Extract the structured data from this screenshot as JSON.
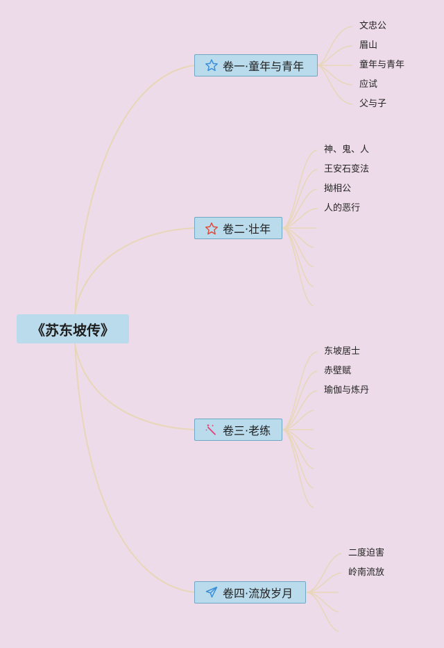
{
  "root": {
    "title": "《苏东坡传》"
  },
  "branches": [
    {
      "label": "卷一·童年与青年",
      "icon": "outline-star-icon",
      "icon_color": "#3a8fd8",
      "children": [
        "文忠公",
        "眉山",
        "童年与青年",
        "应试",
        "父与子"
      ],
      "empty_children": 0
    },
    {
      "label": "卷二·壮年",
      "icon": "outline-star-icon",
      "icon_color": "#e04a3a",
      "children": [
        "神、鬼、人",
        "王安石变法",
        "拗相公",
        "人的恶行"
      ],
      "empty_children": 5
    },
    {
      "label": "卷三·老练",
      "icon": "magic-wand-icon",
      "icon_color": "#e0457a",
      "children": [
        "东坡居士",
        "赤壁赋",
        "瑜伽与炼丹"
      ],
      "empty_children": 6
    },
    {
      "label": "卷四·流放岁月",
      "icon": "paper-plane-icon",
      "icon_color": "#3a8fd8",
      "children": [
        "二度迫害",
        "岭南流放"
      ],
      "empty_children": 3
    }
  ],
  "colors": {
    "background": "#eedbe9",
    "node_fill": "#b9dbec",
    "node_border": "#6fa8c4",
    "connector": "#e8d6b8"
  }
}
